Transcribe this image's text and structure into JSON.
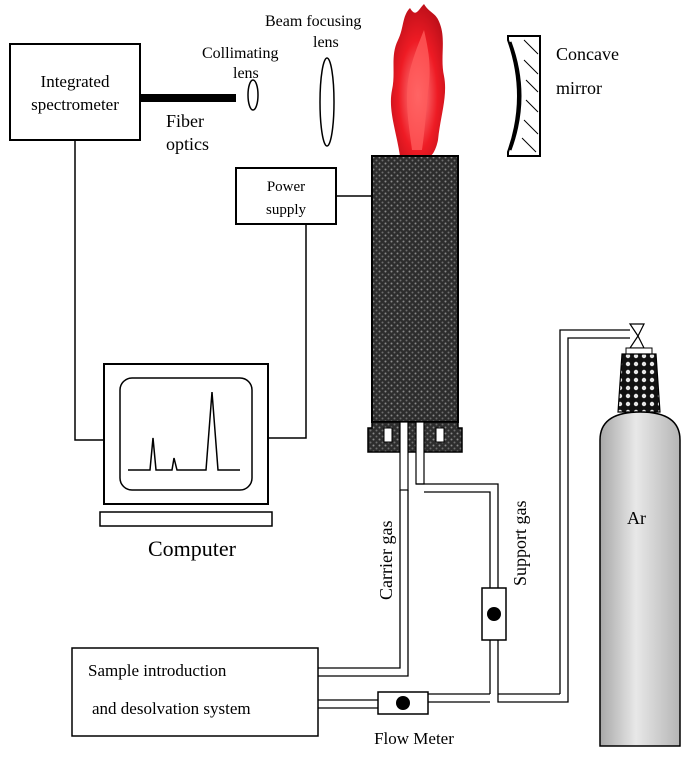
{
  "labels": {
    "beam_focusing_lens_1": "Beam focusing",
    "beam_focusing_lens_2": "lens",
    "collimating_lens_1": "Collimating",
    "collimating_lens_2": "lens",
    "concave_mirror_1": "Concave",
    "concave_mirror_2": "mirror",
    "spectrometer_1": "Integrated",
    "spectrometer_2": "spectrometer",
    "fiber_optics_1": "Fiber",
    "fiber_optics_2": "optics",
    "power_supply_1": "Power",
    "power_supply_2": "supply",
    "computer": "Computer",
    "carrier_gas": "Carrier gas",
    "support_gas": "Support gas",
    "argon": "Ar",
    "sample_system_1": "Sample introduction",
    "sample_system_2": "and desolvation system",
    "flow_meter": "Flow Meter"
  },
  "colors": {
    "line": "#000000",
    "flame": "#e8141c",
    "flame_core": "#ff6a6a",
    "cylinder": "#d4d4d4",
    "furnace": "#3a3a3a"
  },
  "icons": {
    "furnace": "plasma-torch-icon",
    "cylinder": "gas-cylinder-icon",
    "flow_meter": "flow-meter-icon",
    "computer": "computer-monitor-icon"
  }
}
